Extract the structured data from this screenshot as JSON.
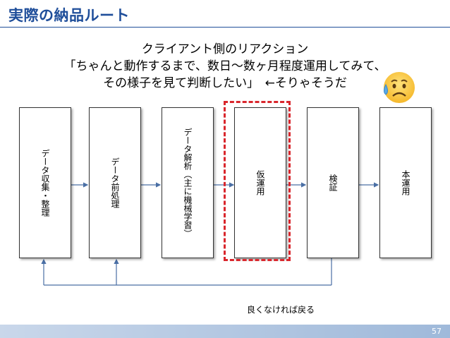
{
  "title": "実際の納品ルート",
  "reaction": {
    "line1": "クライアント側のリアクション",
    "line2": "「ちゃんと動作するまで、数日～数ヶ月程度運用してみて、",
    "line3": "その様子を見て判断したい」　←そりゃそうだ"
  },
  "emoji": "worried-sweat-face",
  "steps": [
    "データ収集・整理",
    "データ前処理",
    "データ解析（主に機械学習）",
    "仮運用",
    "検証",
    "本運用"
  ],
  "highlighted_step": "仮運用",
  "feedback_label": "良くなければ戻る",
  "page_number": "57",
  "colors": {
    "title": "#1f4e9a",
    "highlight": "#d9262c",
    "arrow": "#4a6fa5"
  }
}
